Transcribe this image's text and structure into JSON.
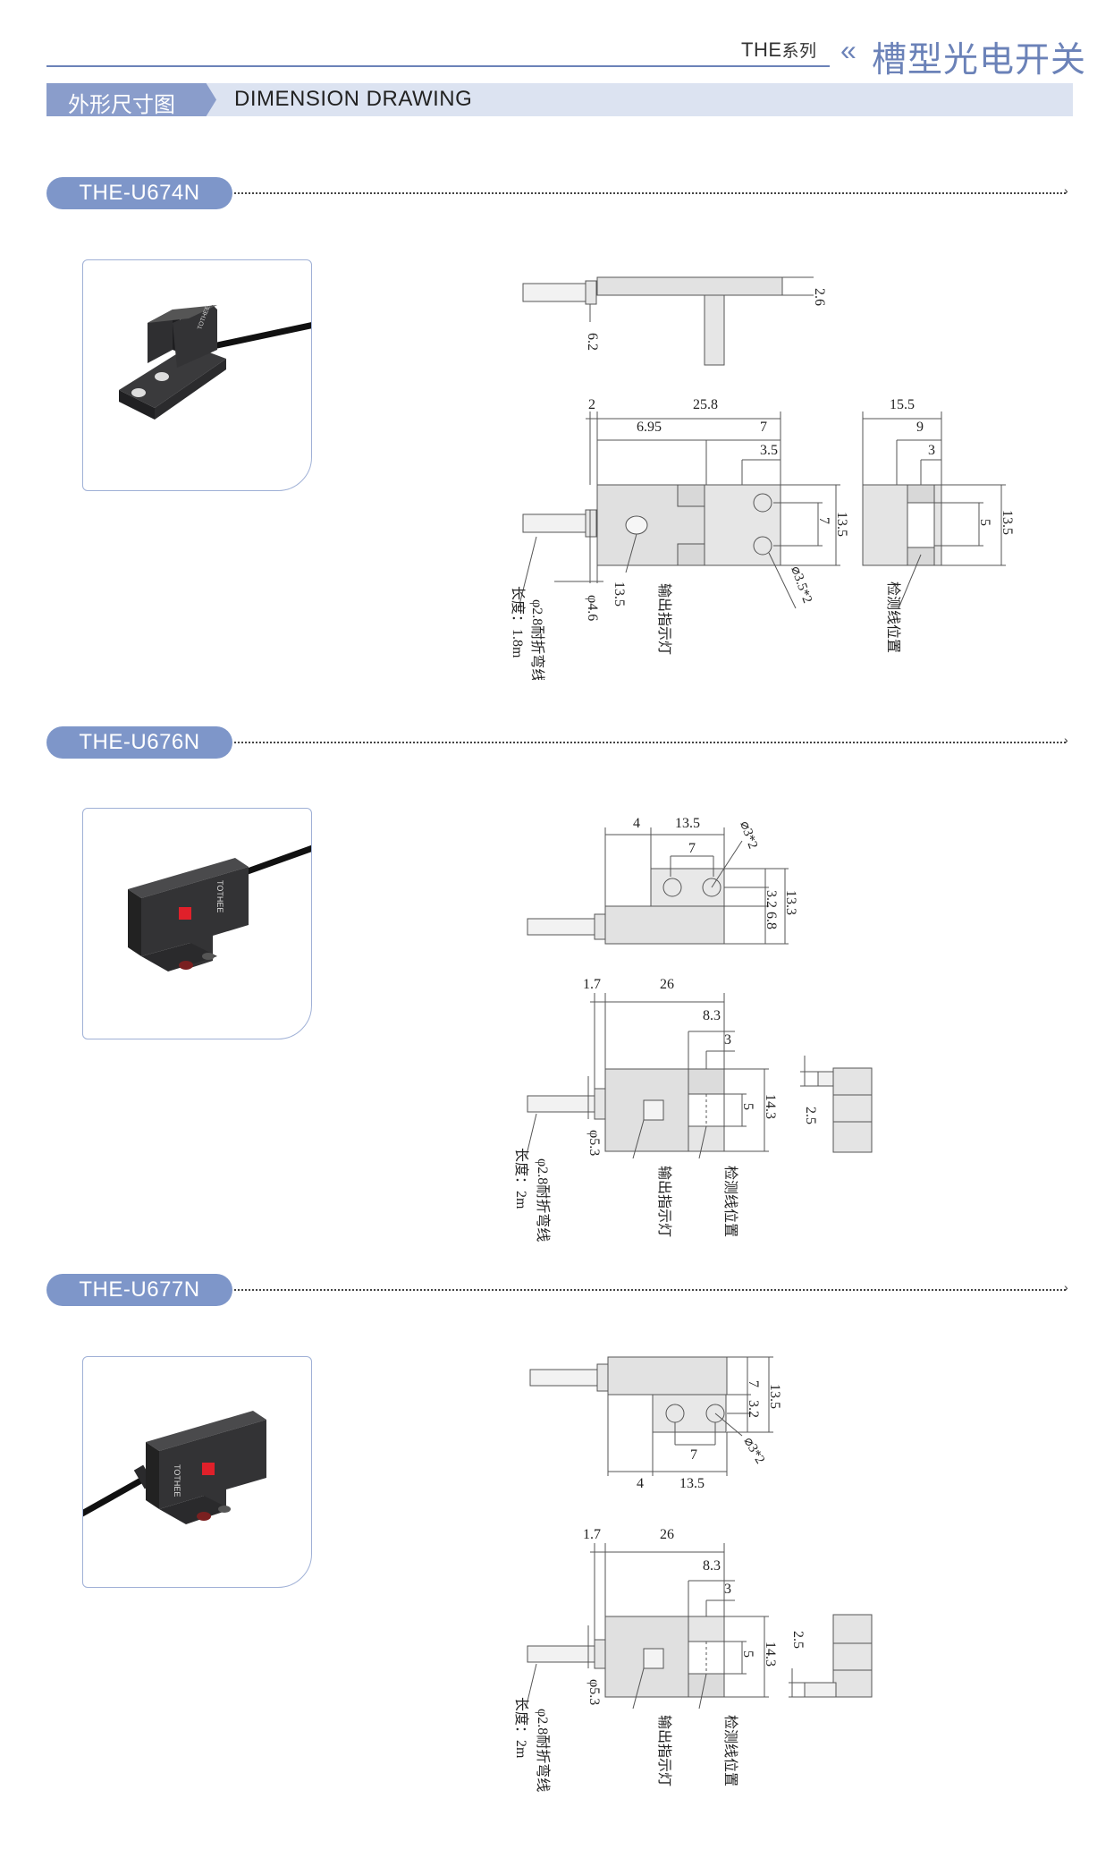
{
  "header": {
    "series_main": "THE",
    "series_suffix": "系列",
    "arrow": "«",
    "title": "槽型光电开关"
  },
  "section": {
    "cn": "外形尺寸图",
    "en": "DIMENSION DRAWING"
  },
  "labels": {
    "indicator": "输出指示灯",
    "detect": "检测线位置",
    "cable": "φ2.8耐折弯线"
  },
  "models": [
    {
      "name": "THE-U674N",
      "brand": "TOTHEE",
      "cable_length": "长度：1.8m",
      "dims": {
        "top_26": "2.6",
        "top_62": "6.2",
        "d2": "2",
        "d258": "25.8",
        "d695": "6.95",
        "d7": "7",
        "d35": "3.5",
        "d135a": "13.5",
        "d7v": "7",
        "hole": "⌀3.5*2",
        "d46": "φ4.6",
        "d135b": "13.5",
        "s155": "15.5",
        "s9": "9",
        "s3": "3",
        "s5": "5",
        "s135": "13.5"
      }
    },
    {
      "name": "THE-U676N",
      "brand": "TOTHEE",
      "cable_length": "长度：2m",
      "dims": {
        "t4": "4",
        "t135": "13.5",
        "t7": "7",
        "hole": "⌀3*2",
        "t32": "3.2",
        "t68": "6.8",
        "t133": "13.3",
        "d17": "1.7",
        "d26": "26",
        "d83": "8.3",
        "d3": "3",
        "d53": "φ5.3",
        "d5": "5",
        "d143": "14.3",
        "s25": "2.5"
      }
    },
    {
      "name": "THE-U677N",
      "brand": "TOTHEE",
      "cable_length": "长度：2m",
      "dims": {
        "t7": "7",
        "t32": "3.2",
        "t135v": "13.5",
        "hole": "⌀3*2",
        "b7": "7",
        "b4": "4",
        "b135": "13.5",
        "d17": "1.7",
        "d26": "26",
        "d83": "8.3",
        "d3": "3",
        "d53": "φ5.3",
        "d5": "5",
        "d143": "14.3",
        "s25": "2.5"
      }
    }
  ]
}
